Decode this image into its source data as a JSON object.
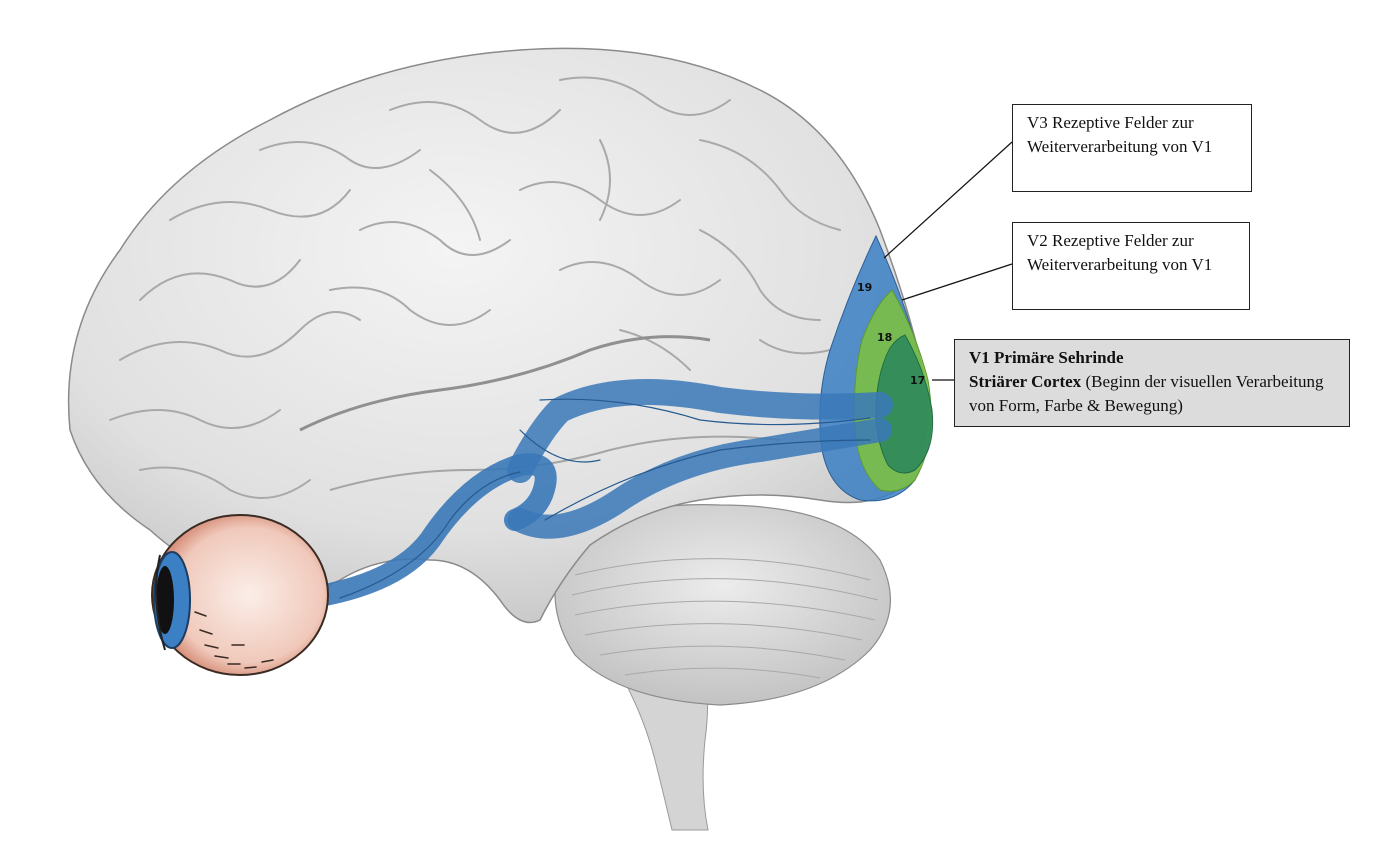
{
  "labels": {
    "v3": "V3 Rezeptive Felder zur Weiterverarbeitung von V1",
    "v2": "V2 Rezeptive Felder zur Weiterverarbeitung von V1",
    "v1_title": "V1 Primäre Sehrinde",
    "v1_subtitle_bold": "Striärer Cortex",
    "v1_description": "(Beginn der visuellen Verarbeitung von Form, Farbe & Bewegung)"
  },
  "area_numbers": {
    "area19": "19",
    "area18": "18",
    "area17": "17"
  },
  "colors": {
    "brain": "#e4e4e4",
    "brain_shadow": "#bdbdbd",
    "visual_pathway": "#3a78b8",
    "area19_blue": "#3b7fc4",
    "area18_green": "#7cbf45",
    "area17_darkgreen": "#2e8a5a",
    "v1_box_bg": "#dcdcdc"
  }
}
